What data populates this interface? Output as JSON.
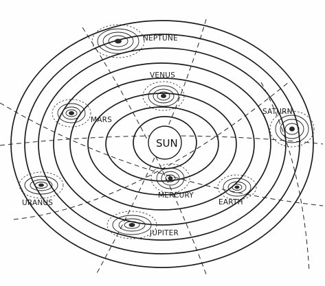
{
  "diagram": {
    "center_label": "SUN",
    "planets": [
      {
        "id": "neptune",
        "label": "NEPTUNE"
      },
      {
        "id": "venus",
        "label": "VENUS"
      },
      {
        "id": "mars",
        "label": "MARS"
      },
      {
        "id": "saturn",
        "label": "SATURN"
      },
      {
        "id": "mercury",
        "label": "MERCURY"
      },
      {
        "id": "earth",
        "label": "EARTH"
      },
      {
        "id": "uranus",
        "label": "URANUS"
      },
      {
        "id": "jupiter",
        "label": "JUPITER"
      }
    ]
  }
}
